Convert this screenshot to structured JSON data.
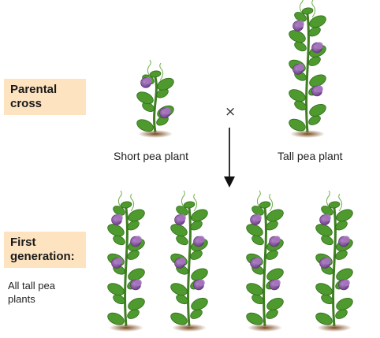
{
  "parental": {
    "label_line1": "Parental",
    "label_line2": "cross",
    "cross_symbol": "×",
    "short_caption": "Short pea plant",
    "tall_caption": "Tall pea plant"
  },
  "first_generation": {
    "label_line1": "First",
    "label_line2": "generation:",
    "result_line1": "All tall pea",
    "result_line2": "plants",
    "plant_count": 4
  },
  "colors": {
    "label_bg": "#fde3c0",
    "leaf": "#4e9a2e",
    "flower": "#8e5aa8",
    "soil": "#7a4a1e"
  }
}
